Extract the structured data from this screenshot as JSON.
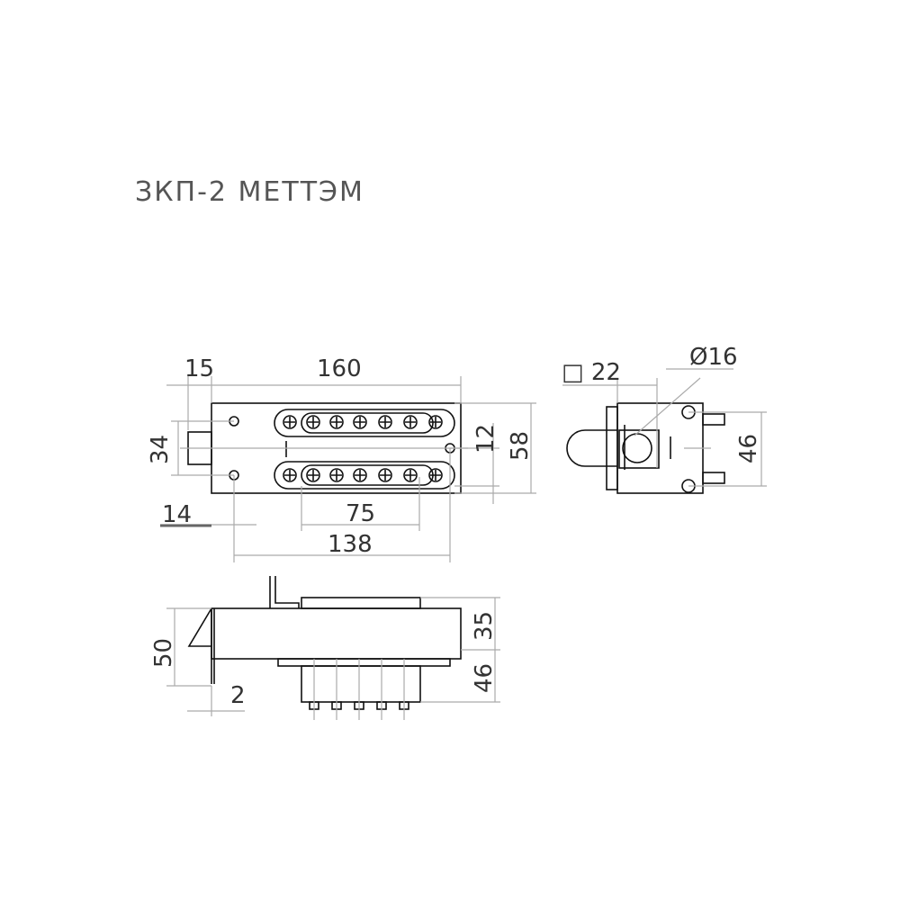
{
  "title": "ЗКП-2 МЕТТЭМ",
  "dims": {
    "d15": "15",
    "d160": "160",
    "d34": "34",
    "d12": "12",
    "d58": "58",
    "d14": "14",
    "d75": "75",
    "d138": "138",
    "sq22": "□ 22",
    "dia16": "Ø16",
    "d46_side": "46",
    "d50": "50",
    "d35": "35",
    "d46_bottom": "46",
    "d2": "2"
  }
}
